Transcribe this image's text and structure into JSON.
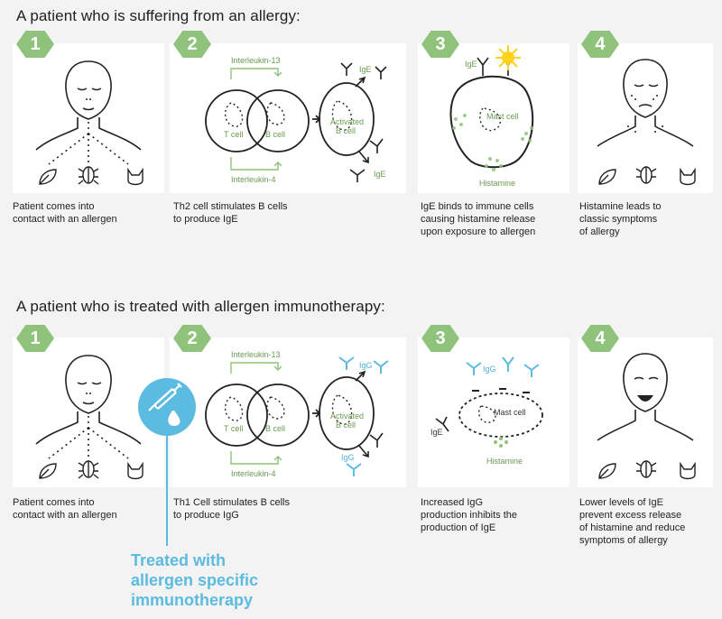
{
  "section1": {
    "title": "A patient who is suffering from an allergy:",
    "steps": [
      {
        "num": "1",
        "caption_lines": [
          "Patient comes into",
          "contact with an allergen"
        ]
      },
      {
        "num": "2",
        "caption_lines": [
          "Th2 cell stimulates B cells",
          "to produce IgE"
        ],
        "labels": {
          "interleukin_top": "Interleukin-13",
          "interleukin_bottom": "Interleukin-4",
          "t_cell": "T cell",
          "b_cell": "B cell",
          "activated_1": "Activated",
          "activated_2": "B cell",
          "antibody_top": "IgE",
          "antibody_bottom": "IgE"
        }
      },
      {
        "num": "3",
        "caption_lines": [
          "IgE binds to immune cells",
          "causing histamine release",
          "upon exposure to allergen"
        ],
        "labels": {
          "antibody": "IgE",
          "mast_cell": "Mast cell",
          "histamine": "Histamine"
        }
      },
      {
        "num": "4",
        "caption_lines": [
          "Histamine leads to",
          "classic symptoms",
          "of allergy"
        ]
      }
    ]
  },
  "section2": {
    "title": "A patient who is treated with allergen immunotherapy:",
    "steps": [
      {
        "num": "1",
        "caption_lines": [
          "Patient comes into",
          "contact with an allergen"
        ]
      },
      {
        "num": "2",
        "caption_lines": [
          "Th1 Cell stimulates B cells",
          "to produce IgG"
        ],
        "labels": {
          "interleukin_top": "Interleukin-13",
          "interleukin_bottom": "Interleukin-4",
          "t_cell": "T cell",
          "b_cell": "B cell",
          "activated_1": "Activated",
          "activated_2": "B cell",
          "antibody_top": "IgG",
          "antibody_bottom": "IgG"
        }
      },
      {
        "num": "3",
        "caption_lines": [
          "Increased IgG",
          "production inhibits the",
          "production of IgE"
        ],
        "labels": {
          "antibody_igg": "IgG",
          "antibody_ige": "IgE",
          "mast_cell": "Mast cell",
          "histamine": "Histamine"
        }
      },
      {
        "num": "4",
        "caption_lines": [
          "Lower levels of IgE",
          "prevent excess release",
          "of histamine and reduce",
          "symptoms of allergy"
        ]
      }
    ],
    "treatment_note_lines": [
      "Treated with",
      "allergen specific",
      "immunotherapy"
    ]
  },
  "colors": {
    "green": "#8fc27a",
    "blue": "#5bbbe0",
    "panel": "#ffffff",
    "background": "#f3f3f3"
  },
  "icons": [
    "leaf-icon",
    "beetle-icon",
    "cat-icon",
    "syringe-icon",
    "droplet-icon",
    "antibody-icon",
    "sun-allergen-icon"
  ]
}
